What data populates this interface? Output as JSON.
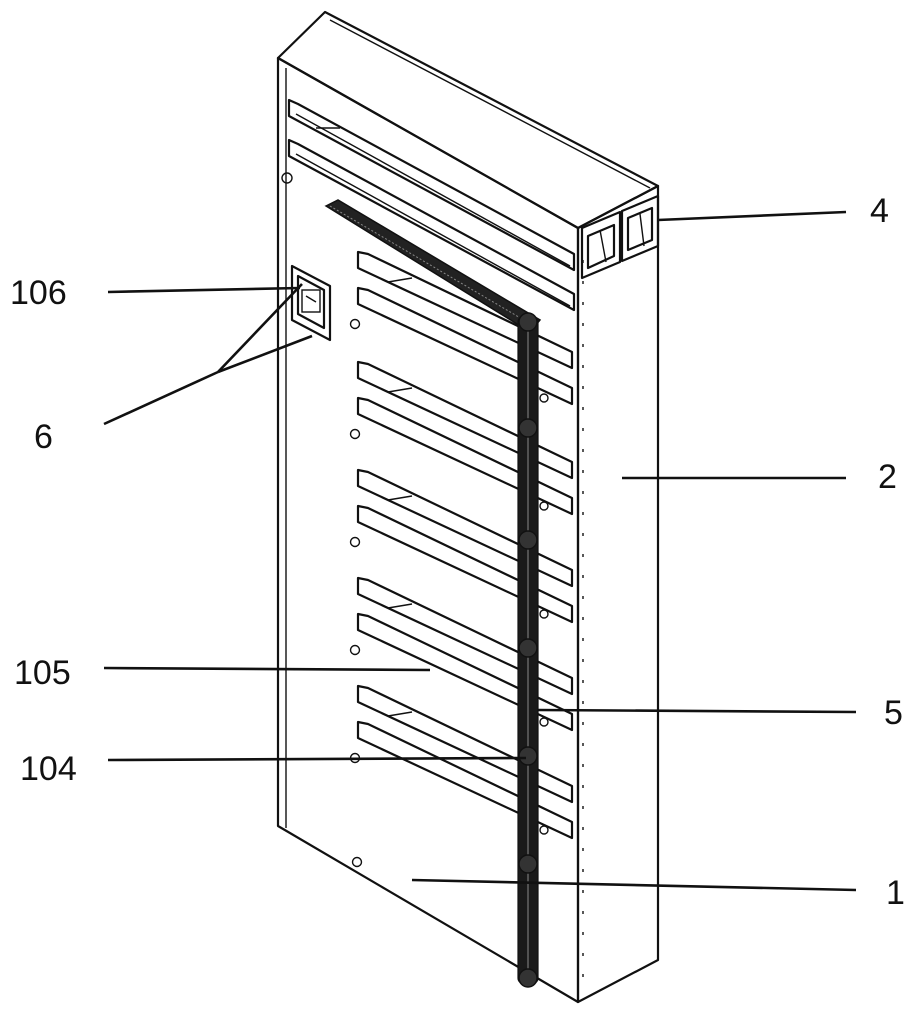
{
  "figure": {
    "labels": {
      "part_1": "1",
      "part_2": "2",
      "part_4": "4",
      "part_5": "5",
      "part_6": "6",
      "part_104": "104",
      "part_105": "105",
      "part_106": "106"
    }
  }
}
